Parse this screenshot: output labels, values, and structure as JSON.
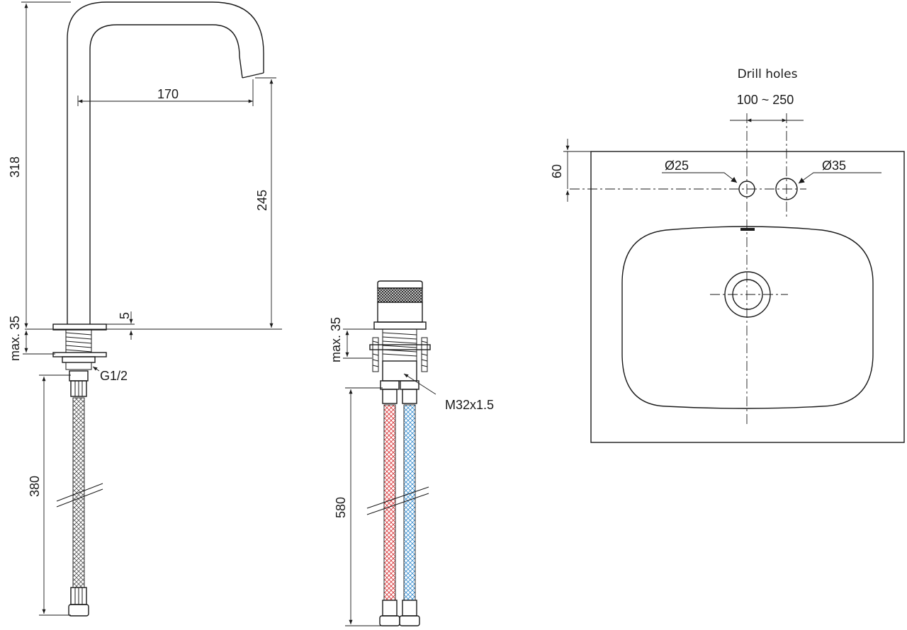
{
  "faucet_view": {
    "dim_height_total": "318",
    "dim_reach": "170",
    "dim_spout_height": "245",
    "dim_base_thickness": "5",
    "dim_max_deck": "max. 35",
    "thread_label": "G1/2",
    "dim_hose_length": "380"
  },
  "valve_view": {
    "dim_max_deck": "max. 35",
    "thread_label": "M32x1.5",
    "dim_hose_length": "580"
  },
  "basin_view": {
    "title": "Drill holes",
    "dim_spacing": "100 ~ 250",
    "dim_edge_offset": "60",
    "hole_small": "Ø25",
    "hole_large": "Ø35"
  },
  "colors": {
    "hot_hose": "#d9383a",
    "cold_hose": "#3a8fd0",
    "line": "#1a1a1a"
  }
}
